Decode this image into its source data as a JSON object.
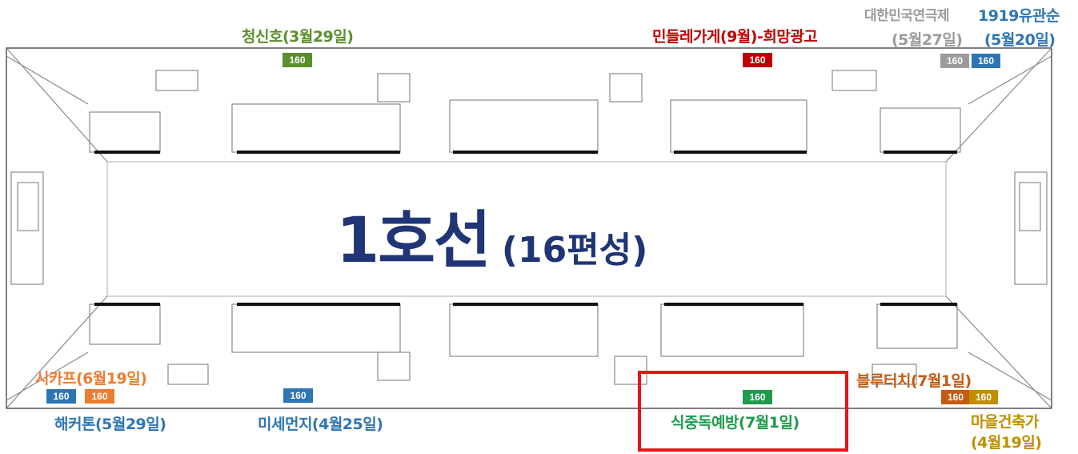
{
  "title": {
    "line": "1호선",
    "formation": "(16편성)"
  },
  "colors": {
    "green": "#5a8f2c",
    "red": "#c00000",
    "gray": "#9b9b9b",
    "blue": "#2e75b6",
    "orange": "#ec7c30",
    "brown": "#c55a11",
    "gold": "#bf8f00",
    "teal_green": "#1e9b4b",
    "navy": "#1f3575",
    "highlight": "#e8141a"
  },
  "top_labels": {
    "cheongsinho": "청신호(3월29일)",
    "mindeulle": "민들레가게(9월)-희망광고",
    "korea_theater_name": "대한민국연극제",
    "korea_theater_date": "(5월27일)",
    "manse_1919_name": "1919유관순",
    "manse_1919_date": "(5월20일)"
  },
  "bottom_labels": {
    "sikapeu": "시카프(6월19일)",
    "hackathon": "해커톤(5월29일)",
    "fine_dust": "미세먼지(4월25일)",
    "food_poison": "식중독예방(7월1일)",
    "bluetouch": "블루터치(7월1일)",
    "village_name": "마을건축가",
    "village_date": "(4월19일)"
  },
  "badges": {
    "cheongsinho": "160",
    "mindeulle": "160",
    "korea_theater": "160",
    "manse_1919": "160",
    "hackathon": "160",
    "sikapeu": "160",
    "fine_dust": "160",
    "food_poison": "160",
    "bluetouch": "160",
    "village": "160"
  }
}
